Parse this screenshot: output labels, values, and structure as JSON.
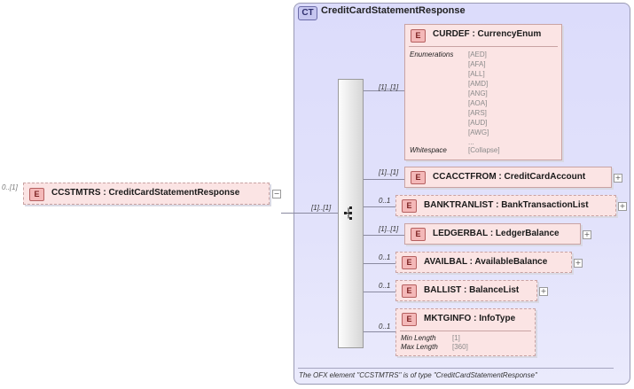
{
  "root": {
    "card": "0..[1]",
    "label": "CCSTMTRS : CreditCardStatementResponse",
    "badge": "E",
    "toggle": "−"
  },
  "complex_type": {
    "badge": "CT",
    "title": "CreditCardStatementResponse"
  },
  "sequence": {
    "card": "[1]..[1]"
  },
  "elements": [
    {
      "card": "[1]..[1]",
      "label": "CURDEF : CurrencyEnum",
      "badge": "E"
    },
    {
      "card": "[1]..[1]",
      "label": "CCACCTFROM : CreditCardAccount",
      "badge": "E",
      "toggle": "+"
    },
    {
      "card": "0..1",
      "label": "BANKTRANLIST : BankTransactionList",
      "badge": "E",
      "toggle": "+"
    },
    {
      "card": "[1]..[1]",
      "label": "LEDGERBAL : LedgerBalance",
      "badge": "E",
      "toggle": "+"
    },
    {
      "card": "0..1",
      "label": "AVAILBAL : AvailableBalance",
      "badge": "E",
      "toggle": "+"
    },
    {
      "card": "0..1",
      "label": "BALLIST : BalanceList",
      "badge": "E",
      "toggle": "+"
    },
    {
      "card": "0..1",
      "label": "MKTGINFO : InfoType",
      "badge": "E"
    }
  ],
  "curdef_facets": {
    "enum_label": "Enumerations",
    "enum_values": [
      "[AED]",
      "[AFA]",
      "[ALL]",
      "[AMD]",
      "[ANG]",
      "[AOA]",
      "[ARS]",
      "[AUD]",
      "[AWG]",
      "..."
    ],
    "ws_label": "Whitespace",
    "ws_value": "[Collapse]"
  },
  "mktginfo_facets": {
    "min_label": "Min Length",
    "min_value": "[1]",
    "max_label": "Max Length",
    "max_value": "[360]"
  },
  "footer": "The OFX element \"CCSTMTRS\" is of type \"CreditCardStatementResponse\""
}
